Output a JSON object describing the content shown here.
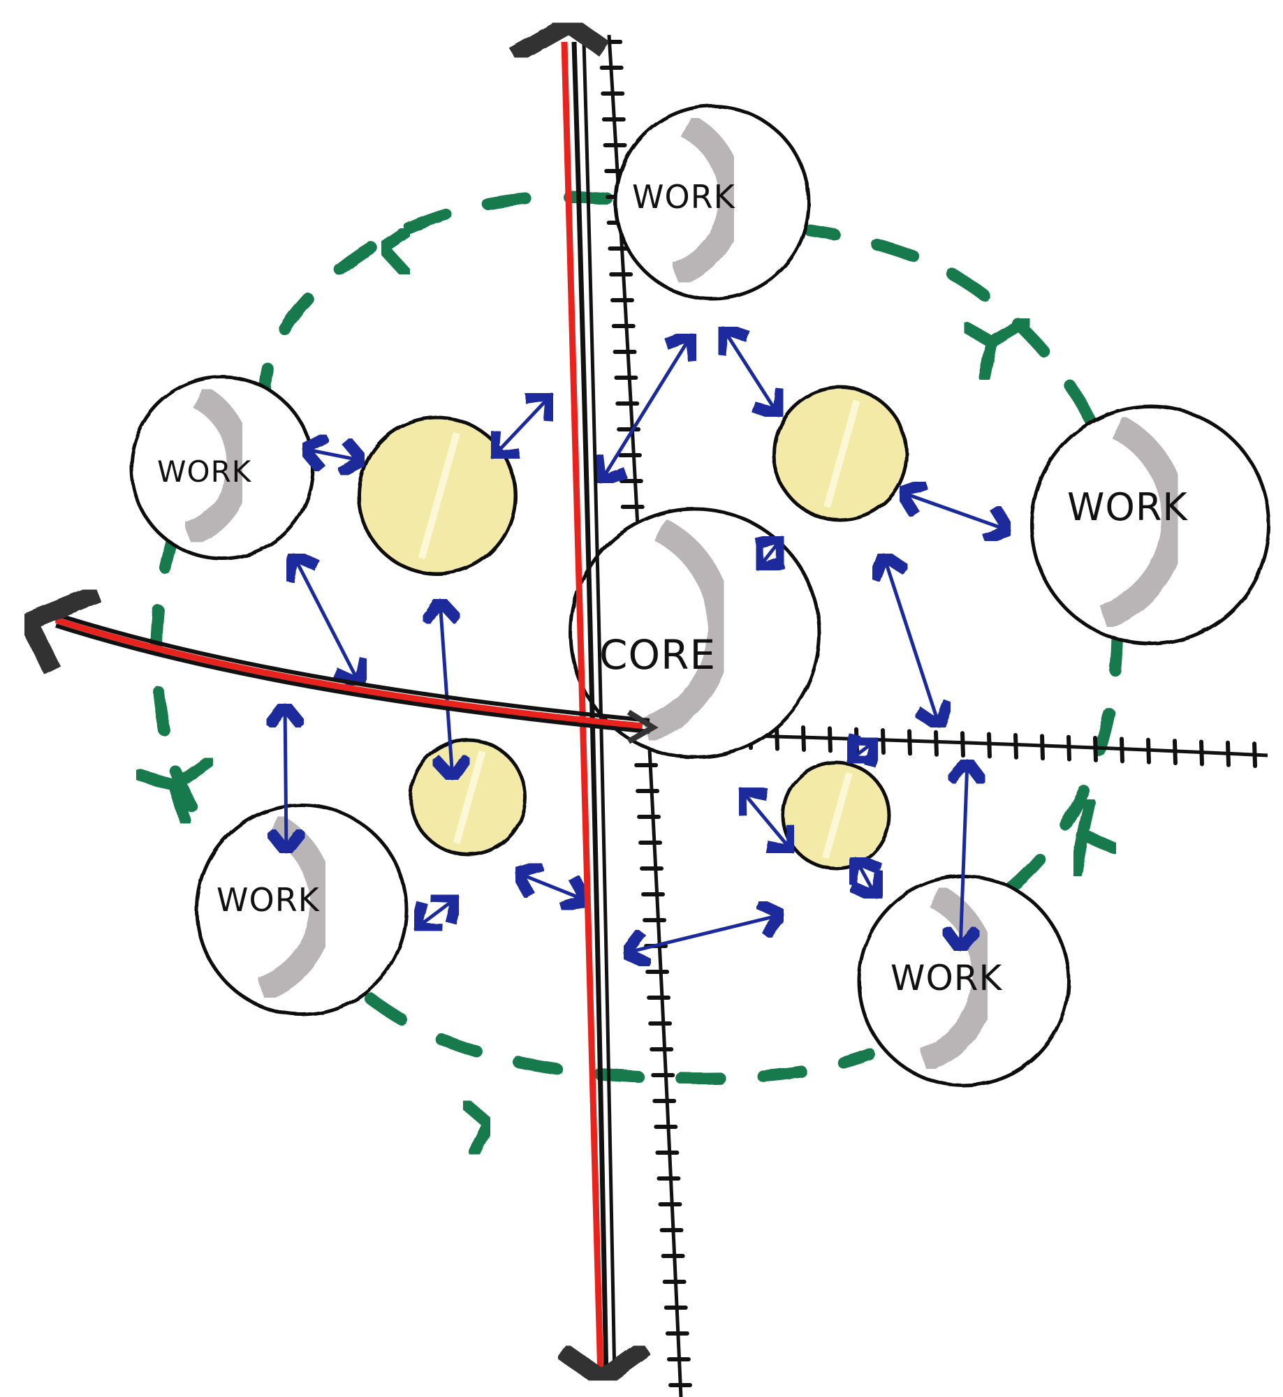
{
  "diagram": {
    "type": "hand-drawn concept sketch",
    "colors": {
      "ink": "#111111",
      "axis_red": "#e8231d",
      "connector_blue": "#1a2a9c",
      "cycle_green": "#167a4e",
      "shadow_gray": "#b9b4b6",
      "yellow_fill": "#f3eaa8",
      "paper": "#ffffff"
    },
    "core": {
      "id": "core",
      "label": "CORE"
    },
    "work_nodes": [
      {
        "id": "work-top",
        "label": "WORK"
      },
      {
        "id": "work-left",
        "label": "WORK"
      },
      {
        "id": "work-right",
        "label": "WORK"
      },
      {
        "id": "work-bottom-left",
        "label": "WORK"
      },
      {
        "id": "work-bottom-right",
        "label": "WORK"
      }
    ],
    "hub_nodes": [
      {
        "id": "hub-top-left",
        "label": ""
      },
      {
        "id": "hub-top-right",
        "label": ""
      },
      {
        "id": "hub-bottom-left",
        "label": ""
      },
      {
        "id": "hub-bottom-right",
        "label": ""
      }
    ],
    "connections": [
      {
        "from": "hub-top-left",
        "to": "work-left",
        "style": "double-arrow"
      },
      {
        "from": "hub-top-left",
        "to": "vertical-axis",
        "style": "double-arrow"
      },
      {
        "from": "hub-top-left",
        "to": "horizontal-axis",
        "style": "double-arrow"
      },
      {
        "from": "work-left",
        "to": "horizontal-axis",
        "style": "double-arrow"
      },
      {
        "from": "work-top",
        "to": "vertical-axis",
        "style": "double-arrow"
      },
      {
        "from": "work-top",
        "to": "hub-top-right",
        "style": "double-arrow"
      },
      {
        "from": "hub-top-right",
        "to": "core",
        "style": "double-arrow"
      },
      {
        "from": "hub-top-right",
        "to": "work-right",
        "style": "double-arrow"
      },
      {
        "from": "hub-top-right",
        "to": "horizontal-axis",
        "style": "double-arrow"
      },
      {
        "from": "horizontal-axis",
        "to": "work-bottom-left",
        "style": "double-arrow"
      },
      {
        "from": "hub-bottom-left",
        "to": "work-bottom-left",
        "style": "double-arrow"
      },
      {
        "from": "hub-bottom-left",
        "to": "vertical-axis",
        "style": "double-arrow"
      },
      {
        "from": "hub-bottom-right",
        "to": "core",
        "style": "double-arrow"
      },
      {
        "from": "hub-bottom-right",
        "to": "horizontal-axis",
        "style": "double-arrow"
      },
      {
        "from": "hub-bottom-right",
        "to": "vertical-axis",
        "style": "double-arrow"
      },
      {
        "from": "hub-bottom-right",
        "to": "work-bottom-right",
        "style": "double-arrow"
      },
      {
        "from": "horizontal-axis",
        "to": "work-bottom-right",
        "style": "double-arrow"
      }
    ],
    "cycle": {
      "style": "dashed",
      "direction": "counter-clockwise",
      "through": [
        "work-top",
        "work-left",
        "work-bottom-left",
        "work-bottom-right",
        "work-right"
      ]
    },
    "axes": [
      {
        "id": "vertical-axis",
        "style": "bold double arrow with ruler",
        "arrowheads": [
          "up",
          "down"
        ]
      },
      {
        "id": "horizontal-axis",
        "style": "bold arrow pointing left with ruler extending right",
        "arrowheads": [
          "left"
        ]
      }
    ]
  }
}
